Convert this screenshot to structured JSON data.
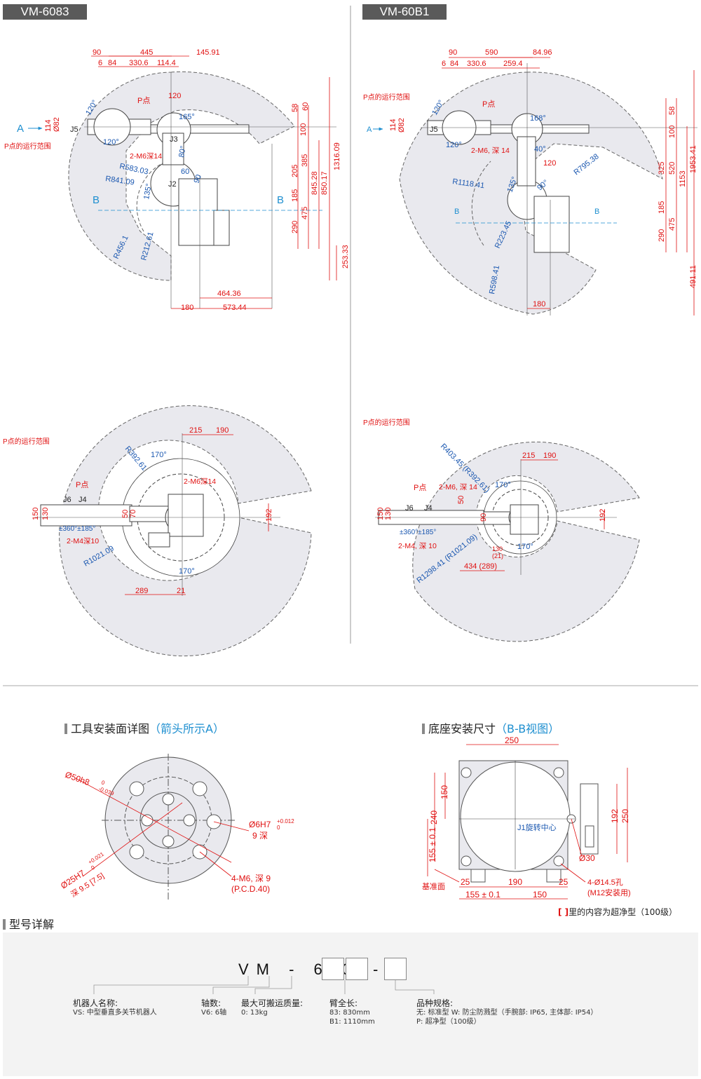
{
  "models": {
    "left": "VM-6083",
    "right": "VM-60B1"
  },
  "left_top": {
    "dims_top": [
      "90",
      "445",
      "145.91",
      "6",
      "84",
      "330.6",
      "114.4"
    ],
    "dims_right": [
      "58",
      "60",
      "100",
      "385",
      "205",
      "185",
      "290",
      "475",
      "845.28",
      "850.17",
      "1316.09",
      "253.33"
    ],
    "dims_bottom": [
      "464.36",
      "180",
      "573.44"
    ],
    "radii": [
      "R583.03",
      "R841.09",
      "R456.1",
      "R212.61"
    ],
    "angles": [
      "120°",
      "120°",
      "165°",
      "80°",
      "135°"
    ],
    "labels": {
      "a": "A",
      "b": "B",
      "b2": "B",
      "j5": "J5",
      "j3": "J3",
      "j2": "J2",
      "d114": "114",
      "d82": "Ø82",
      "d120": "120",
      "d60": "60",
      "d90": "90",
      "p_point": "P点",
      "p_range": "P点的运行范围",
      "m6": "2-M6深14"
    }
  },
  "right_top": {
    "dims_top": [
      "90",
      "590",
      "84.96",
      "6",
      "84",
      "330.6",
      "259.4"
    ],
    "dims_right": [
      "58",
      "100",
      "325",
      "520",
      "1153",
      "1953.41",
      "185",
      "290",
      "475",
      "491.11"
    ],
    "dims_bottom": [
      "180"
    ],
    "radii": [
      "R1118.41",
      "R795.38",
      "R223.45",
      "R598.41"
    ],
    "angles": [
      "120°",
      "120°",
      "168°",
      "40°",
      "135°",
      "90°"
    ],
    "labels": {
      "a": "A",
      "b": "B",
      "b2": "B",
      "j5": "J5",
      "d114": "114",
      "d82": "Ø82",
      "d120": "120",
      "p_point": "P点",
      "p_range": "P点的运行范围",
      "m6": "2-M6, 深 14"
    }
  },
  "left_mid": {
    "dims": [
      "215",
      "190",
      "192",
      "289",
      "21",
      "150",
      "130",
      "50",
      "70"
    ],
    "radii": [
      "R392.61",
      "R1021.09"
    ],
    "angles": [
      "170°",
      "170°"
    ],
    "labels": {
      "j6": "J6",
      "j4": "J4",
      "rot": "±360°±185°",
      "m4": "2-M4深10",
      "m6": "2-M6深14",
      "p_point": "P点",
      "p_range": "P点的运行范围"
    }
  },
  "right_mid": {
    "dims": [
      "215",
      "190",
      "192",
      "150",
      "130",
      "50",
      "90",
      "434 (289)",
      "130",
      "(21)"
    ],
    "radii": [
      "R403.45 (R392.61)",
      "R1298.41 (R1021.09)"
    ],
    "angles": [
      "170°",
      "170°"
    ],
    "labels": {
      "j6": "J6",
      "j4": "J4",
      "rot": "±360°±185°",
      "m4": "2-M4, 深 10",
      "m6": "2-M6, 深 14",
      "p_point": "P点",
      "p_range": "P点的运行范围"
    }
  },
  "tool_flange": {
    "title": "工具安装面详图",
    "title_hint": "（箭头所示A）",
    "phi50": "Ø50h8",
    "phi50_tol_top": "0",
    "phi50_tol_bot": "-0.039",
    "phi6": "Ø6H7",
    "phi6_tol_top": "+0.012",
    "phi6_tol_bot": "0",
    "phi6_depth": "9 深",
    "phi25": "Ø25H7",
    "phi25_tol_top": "+0.021",
    "phi25_tol_bot": "0",
    "phi25_depth": "深 9.5 [7.5]",
    "m6": "4-M6, 深 9",
    "pcd": "(P.C.D.40)"
  },
  "base": {
    "title": "底座安装尺寸",
    "title_hint": "（B-B视图）",
    "d250_top": "250",
    "d150_left": "150",
    "d240": "240",
    "d155_left": "155 ± 0.1",
    "d192": "192",
    "d250_right": "250",
    "d30": "Ø30",
    "d25a": "25",
    "d190": "190",
    "d25b": "25",
    "d155_bottom": "155 ± 0.1",
    "d150_bottom": "150",
    "j1_center": "J1旋转中心",
    "ref_face": "基准面",
    "hole": "4-Ø14.5孔",
    "hole_m12": "(M12安装用)",
    "note_bracket": "[ ]",
    "note_text": "里的内容为超净型（100级）"
  },
  "model_code": {
    "section_title": "型号详解",
    "prefix": "VM - 6 0",
    "dash": "-",
    "parts": [
      {
        "title": "机器人名称:",
        "lines": [
          "VS:  中型垂直多关节机器人"
        ]
      },
      {
        "title": "轴数:",
        "lines": [
          "V6:  6轴"
        ]
      },
      {
        "title": "最大可搬运质量:",
        "lines": [
          "0:  13kg"
        ]
      },
      {
        "title": "臂全长:",
        "lines": [
          "83:  830mm",
          "B1:  1110mm"
        ]
      },
      {
        "title": "品种规格:",
        "lines": [
          "无:  标准型    W:  防尘防溅型（手腕部:  IP65, 主体部:  IP54）",
          "P:  超净型（100级）"
        ]
      }
    ]
  },
  "colors": {
    "dim_red": "#e01010",
    "label_blue": "#1a57b0",
    "hint_blue": "#1e8fd0",
    "range_fill": "#e9e9ee",
    "line_grey": "#555555"
  }
}
